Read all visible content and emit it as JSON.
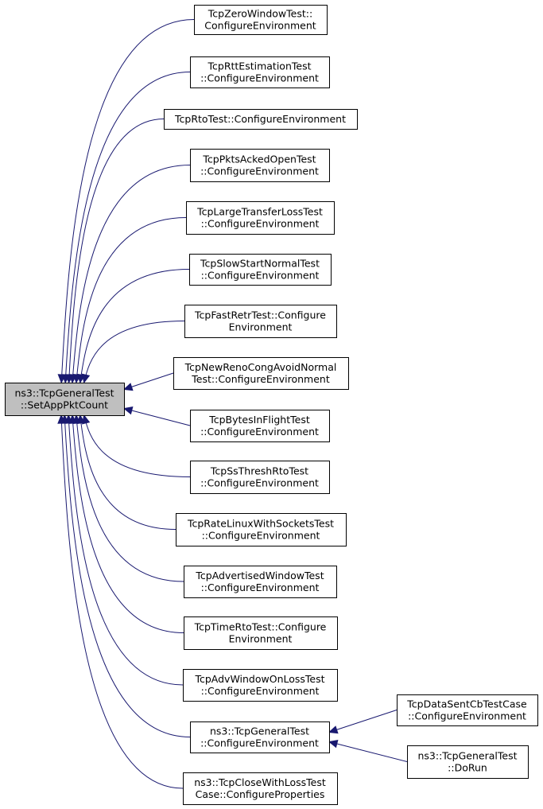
{
  "colors": {
    "edge": "#191970",
    "root_fill": "#bfbfbf",
    "node_fill": "#ffffff",
    "border": "#000000"
  },
  "root": {
    "id": "root",
    "lines": [
      "ns3::TcpGeneralTest",
      "::SetAppPktCount"
    ]
  },
  "nodes": [
    {
      "id": "n1",
      "lines": [
        "TcpZeroWindowTest::",
        "ConfigureEnvironment"
      ]
    },
    {
      "id": "n2",
      "lines": [
        "TcpRttEstimationTest",
        "::ConfigureEnvironment"
      ]
    },
    {
      "id": "n3",
      "lines": [
        "TcpRtoTest::ConfigureEnvironment"
      ]
    },
    {
      "id": "n4",
      "lines": [
        "TcpPktsAckedOpenTest",
        "::ConfigureEnvironment"
      ]
    },
    {
      "id": "n5",
      "lines": [
        "TcpLargeTransferLossTest",
        "::ConfigureEnvironment"
      ]
    },
    {
      "id": "n6",
      "lines": [
        "TcpSlowStartNormalTest",
        "::ConfigureEnvironment"
      ]
    },
    {
      "id": "n7",
      "lines": [
        "TcpFastRetrTest::Configure",
        "Environment"
      ]
    },
    {
      "id": "n8",
      "lines": [
        "TcpNewRenoCongAvoidNormal",
        "Test::ConfigureEnvironment"
      ]
    },
    {
      "id": "n9",
      "lines": [
        "TcpBytesInFlightTest",
        "::ConfigureEnvironment"
      ]
    },
    {
      "id": "n10",
      "lines": [
        "TcpSsThreshRtoTest",
        "::ConfigureEnvironment"
      ]
    },
    {
      "id": "n11",
      "lines": [
        "TcpRateLinuxWithSocketsTest",
        "::ConfigureEnvironment"
      ]
    },
    {
      "id": "n12",
      "lines": [
        "TcpAdvertisedWindowTest",
        "::ConfigureEnvironment"
      ]
    },
    {
      "id": "n13",
      "lines": [
        "TcpTimeRtoTest::Configure",
        "Environment"
      ]
    },
    {
      "id": "n14",
      "lines": [
        "TcpAdvWindowOnLossTest",
        "::ConfigureEnvironment"
      ]
    },
    {
      "id": "n15",
      "lines": [
        "ns3::TcpGeneralTest",
        "::ConfigureEnvironment"
      ]
    },
    {
      "id": "n16",
      "lines": [
        "ns3::TcpCloseWithLossTest",
        "Case::ConfigureProperties"
      ]
    },
    {
      "id": "n17",
      "lines": [
        "TcpDataSentCbTestCase",
        "::ConfigureEnvironment"
      ]
    },
    {
      "id": "n18",
      "lines": [
        "ns3::TcpGeneralTest",
        "::DoRun"
      ]
    }
  ],
  "edges": [
    {
      "from": "n1",
      "to": "root"
    },
    {
      "from": "n2",
      "to": "root"
    },
    {
      "from": "n3",
      "to": "root"
    },
    {
      "from": "n4",
      "to": "root"
    },
    {
      "from": "n5",
      "to": "root"
    },
    {
      "from": "n6",
      "to": "root"
    },
    {
      "from": "n7",
      "to": "root"
    },
    {
      "from": "n8",
      "to": "root"
    },
    {
      "from": "n9",
      "to": "root"
    },
    {
      "from": "n10",
      "to": "root"
    },
    {
      "from": "n11",
      "to": "root"
    },
    {
      "from": "n12",
      "to": "root"
    },
    {
      "from": "n13",
      "to": "root"
    },
    {
      "from": "n14",
      "to": "root"
    },
    {
      "from": "n15",
      "to": "root"
    },
    {
      "from": "n16",
      "to": "root"
    },
    {
      "from": "n17",
      "to": "n15"
    },
    {
      "from": "n18",
      "to": "n15"
    }
  ]
}
